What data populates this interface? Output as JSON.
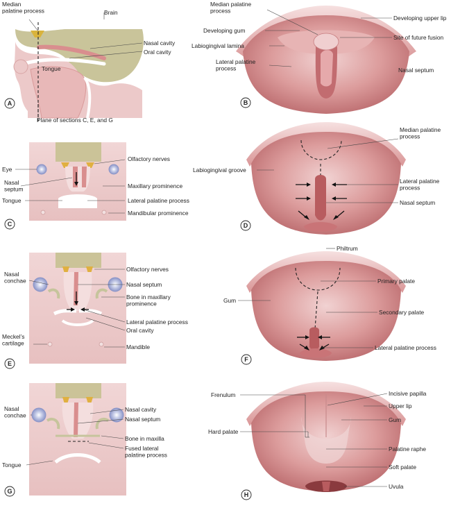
{
  "colors": {
    "brain": "#c9c49a",
    "tissue": "#ecc9c9",
    "pink": "#d98e8e",
    "deep": "#b85c5f",
    "cartilage": "#c6c49c",
    "nerve": "#e0b040",
    "eye": "#9aa2d0"
  },
  "panels": {
    "A": {
      "badge": "A",
      "labels": {
        "median_palatine_process": "Median\npalatine process",
        "brain": "Brain",
        "nasal_cavity": "Nasal cavity",
        "oral_cavity": "Oral cavity",
        "tongue": "Tongue",
        "plane_of_sections": "Plane of sections C, E, and G"
      }
    },
    "B": {
      "badge": "B",
      "labels": {
        "median_palatine_process": "Median palatine\nprocess",
        "developing_gum": "Developing gum",
        "labiogingival_lamina": "Labiogingival lamina",
        "lateral_palatine_process": "Lateral palatine\nprocess",
        "developing_upper_lip": "Developing upper lip",
        "site_of_future_fusion": "Site of future fusion",
        "nasal_septum": "Nasal septum"
      }
    },
    "C": {
      "badge": "C",
      "labels": {
        "eye": "Eye",
        "nasal_septum": "Nasal\nseptum",
        "tongue": "Tongue",
        "olfactory_nerves": "Olfactory nerves",
        "maxillary_prominence": "Maxillary prominence",
        "lateral_palatine_process": "Lateral palatine process",
        "mandibular_prominence": "Mandibular prominence"
      }
    },
    "D": {
      "badge": "D",
      "labels": {
        "labiogingival_groove": "Labiogingival groove",
        "median_palatine_process": "Median palatine\nprocess",
        "lateral_palatine_process": "Lateral palatine\nprocess",
        "nasal_septum": "Nasal septum"
      }
    },
    "E": {
      "badge": "E",
      "labels": {
        "nasal_conchae": "Nasal\nconchae",
        "meckels_cartilage": "Meckel’s\ncartilage",
        "olfactory_nerves": "Olfactory nerves",
        "nasal_septum": "Nasal septum",
        "bone_in_maxillary_prominence": "Bone in maxillary\nprominence",
        "lateral_palatine_process": "Lateral palatine process",
        "oral_cavity": "Oral cavity",
        "mandible": "Mandible"
      }
    },
    "F": {
      "badge": "F",
      "labels": {
        "philtrum": "Philtrum",
        "gum": "Gum",
        "primary_palate": "Primary palate",
        "secondary_palate": "Secondary palate",
        "lateral_palatine_process": "Lateral palatine process"
      }
    },
    "G": {
      "badge": "G",
      "labels": {
        "nasal_conchae": "Nasal\nconchae",
        "tongue": "Tongue",
        "nasal_cavity": "Nasal cavity",
        "nasal_septum": "Nasal septum",
        "bone_in_maxilla": "Bone in maxilla",
        "fused_lateral_palatine_process": "Fused lateral\npalatine process"
      }
    },
    "H": {
      "badge": "H",
      "labels": {
        "frenulum": "Frenulum",
        "hard_palate": "Hard palate",
        "incisive_papilla": "Incisive papilla",
        "upper_lip": "Upper lip",
        "gum": "Gum",
        "palatine_raphe": "Palatine raphe",
        "soft_palate": "Soft palate",
        "uvula": "Uvula"
      }
    }
  }
}
